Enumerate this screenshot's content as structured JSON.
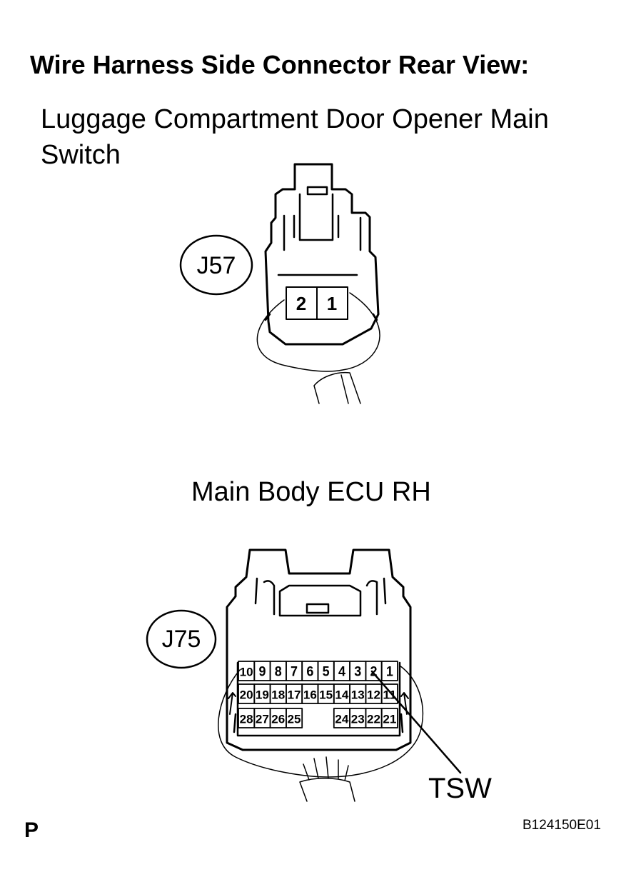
{
  "title": "Wire Harness Side Connector Rear View:",
  "connector1": {
    "name_line1": "Luggage Compartment Door Opener Main",
    "name_line2": "Switch",
    "code": "J57",
    "pins": [
      "2",
      "1"
    ]
  },
  "connector2": {
    "name": "Main Body ECU RH",
    "code": "J75",
    "row1": [
      "10",
      "9",
      "8",
      "7",
      "6",
      "5",
      "4",
      "3",
      "2",
      "1"
    ],
    "row2": [
      "20",
      "19",
      "18",
      "17",
      "16",
      "15",
      "14",
      "13",
      "12",
      "11"
    ],
    "row3_left": [
      "28",
      "27",
      "26",
      "25"
    ],
    "row3_right": [
      "24",
      "23",
      "22",
      "21"
    ],
    "callout": "TSW",
    "callout_pin": "2"
  },
  "corner_mark": "P",
  "figure_id": "B124150E01"
}
